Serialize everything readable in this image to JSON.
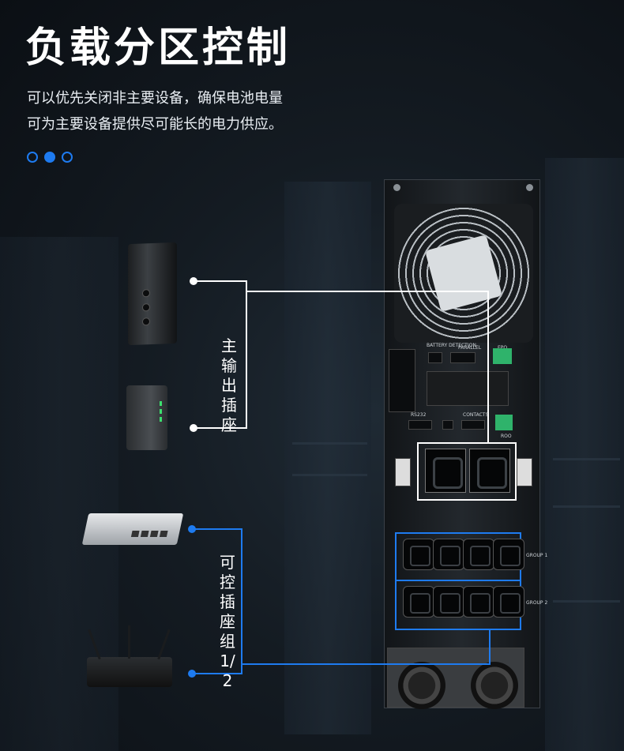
{
  "header": {
    "title": "负载分区控制",
    "desc_line1": "可以优先关闭非主要设备，确保电池电量",
    "desc_line2": "可为主要设备提供尽可能长的电力供应。"
  },
  "carousel": {
    "count": 3,
    "active_index": 1
  },
  "labels": {
    "main_outlet": "主输出插座",
    "controllable_group": "可控插座组1/2"
  },
  "ups_panel": {
    "battery_detection": "BATTERY DETECTION",
    "parallel": "PARALLEL",
    "epo": "EPO",
    "rs232": "RS232",
    "contacts": "CONTACTS",
    "roo": "ROO",
    "group1": "GROUP 1",
    "group2": "GROUP 2"
  },
  "colors": {
    "accent_blue": "#1e7bf0",
    "line_white": "#ffffff",
    "background": "#141b22"
  }
}
